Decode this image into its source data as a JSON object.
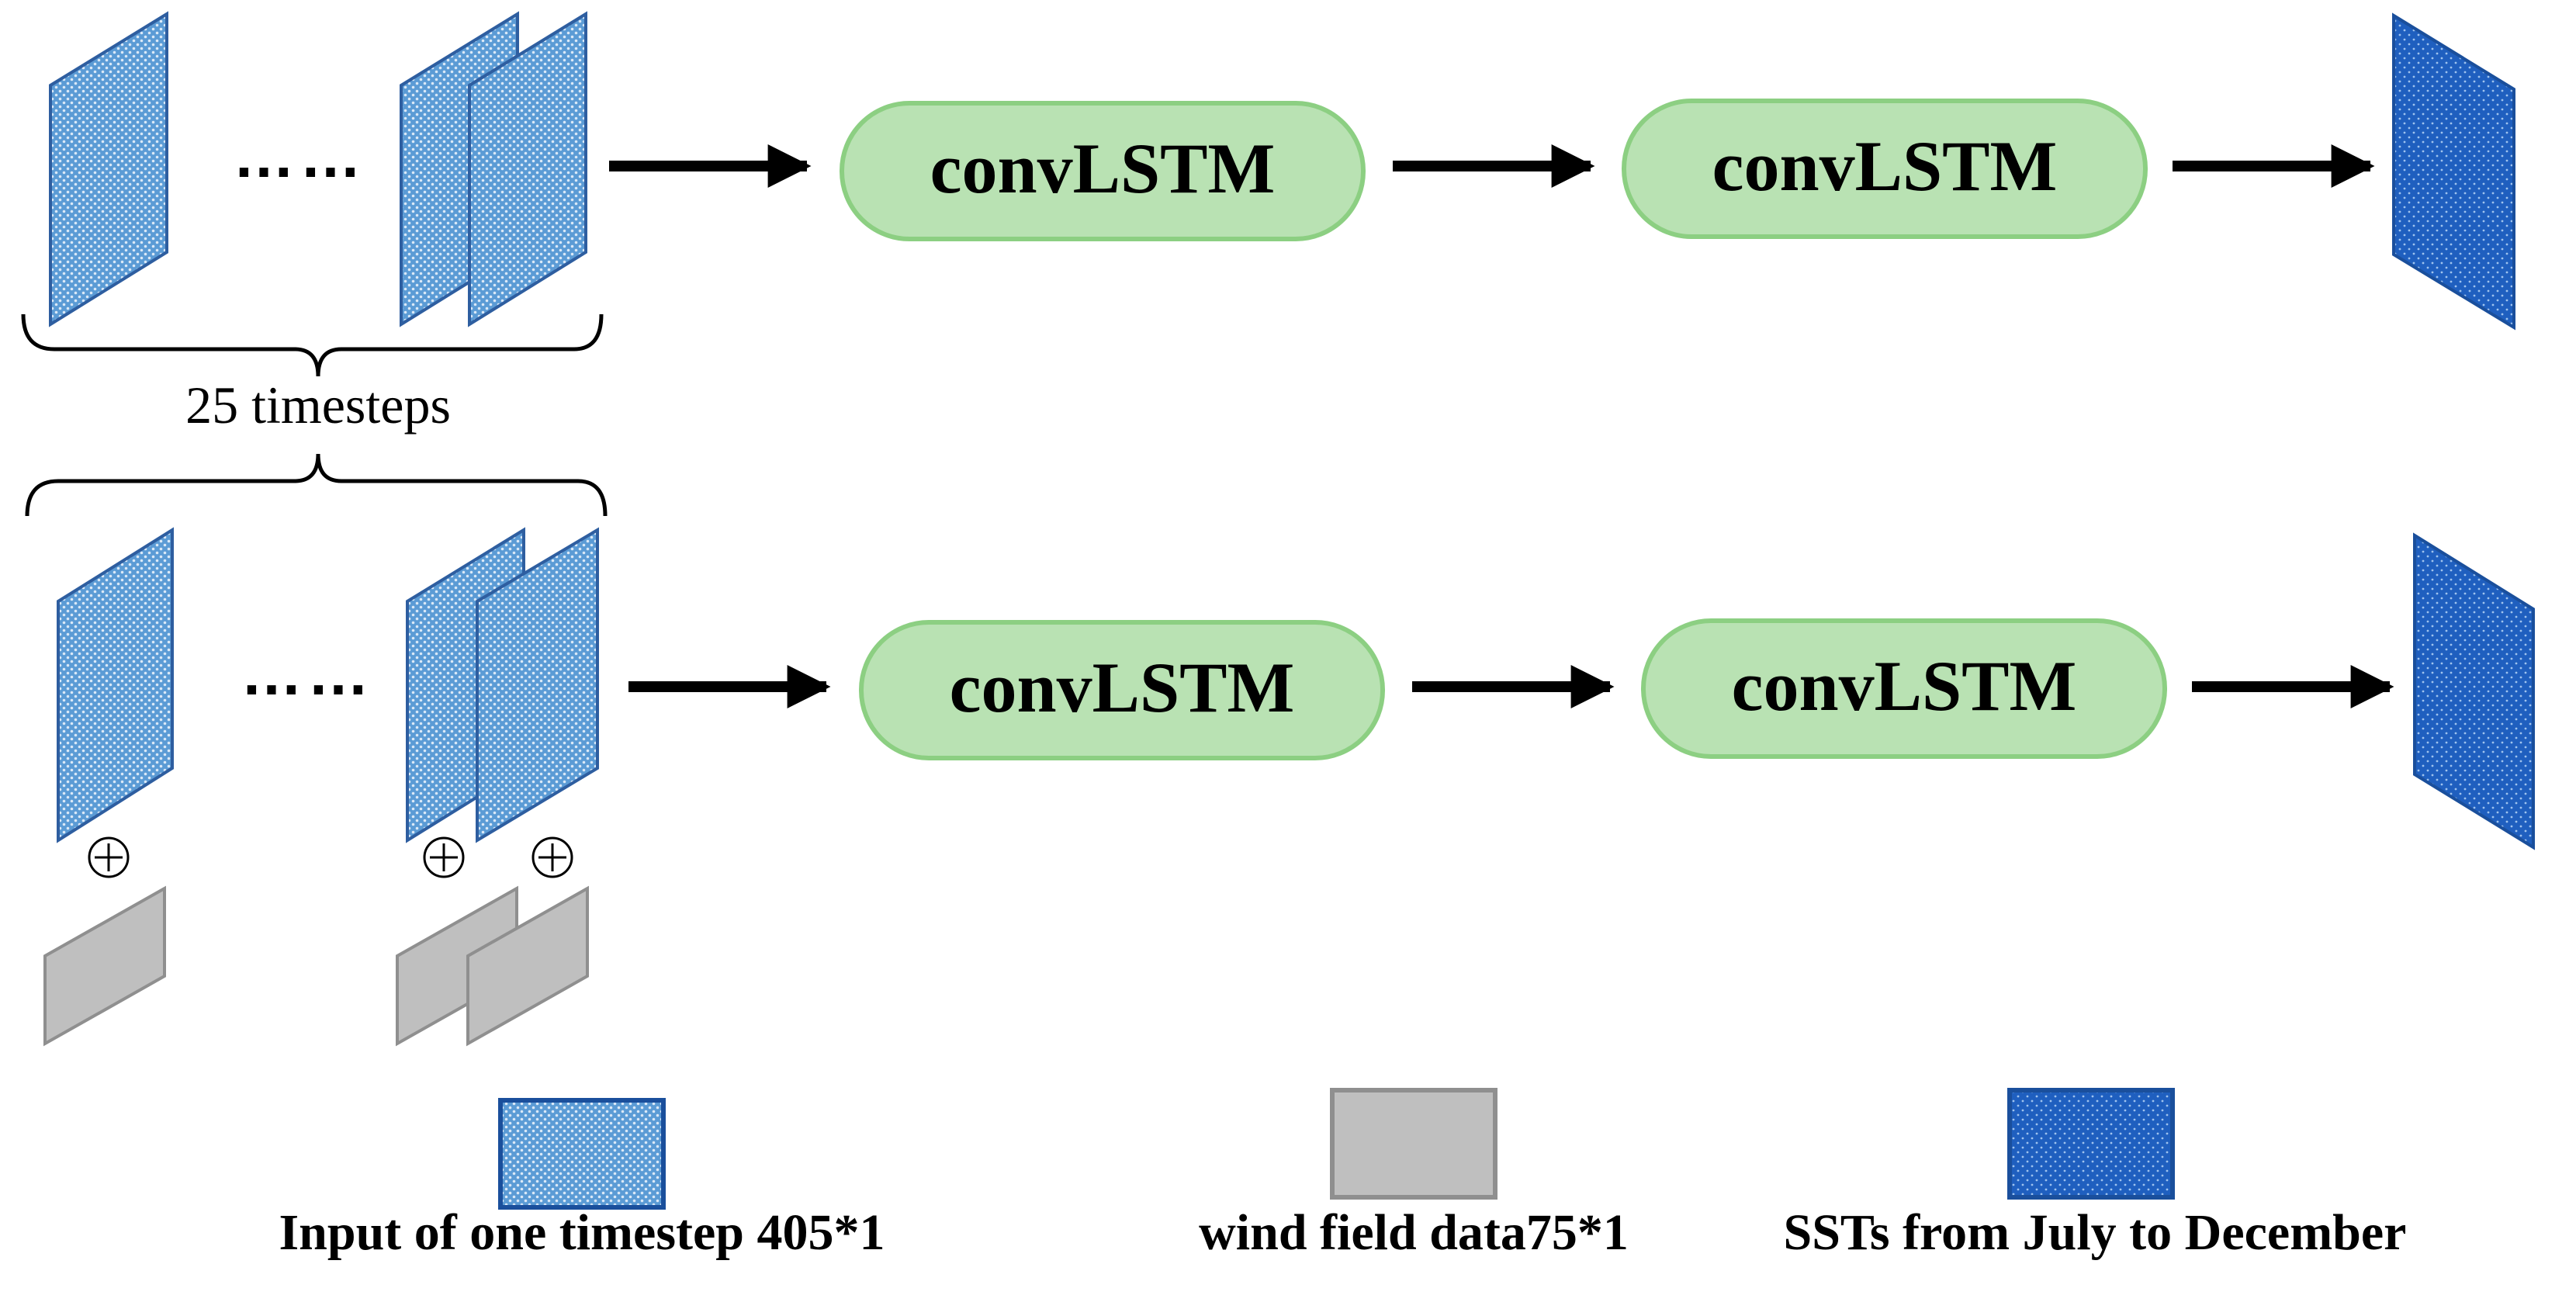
{
  "rows": [
    {
      "boxes": [
        {
          "label": "convLSTM"
        },
        {
          "label": "convLSTM"
        }
      ]
    },
    {
      "boxes": [
        {
          "label": "convLSTM"
        },
        {
          "label": "convLSTM"
        }
      ]
    }
  ],
  "brace_label": "25 timesteps",
  "plus_symbol": "⊕",
  "legend": [
    {
      "label": "Input of one timestep 405*1"
    },
    {
      "label": "wind field data75*1"
    },
    {
      "label": "SSTs from July to December"
    }
  ],
  "colors": {
    "input_fill": "#5b9bd5",
    "input_border": "#2e5ea0",
    "wind_fill": "#bfbfbf",
    "wind_border": "#8f8f8f",
    "output_fill": "#1f5fbf",
    "output_border": "#1a4f9c",
    "box_fill": "#b9e2b3",
    "box_border": "#8ccf82",
    "arrow": "#000000"
  }
}
